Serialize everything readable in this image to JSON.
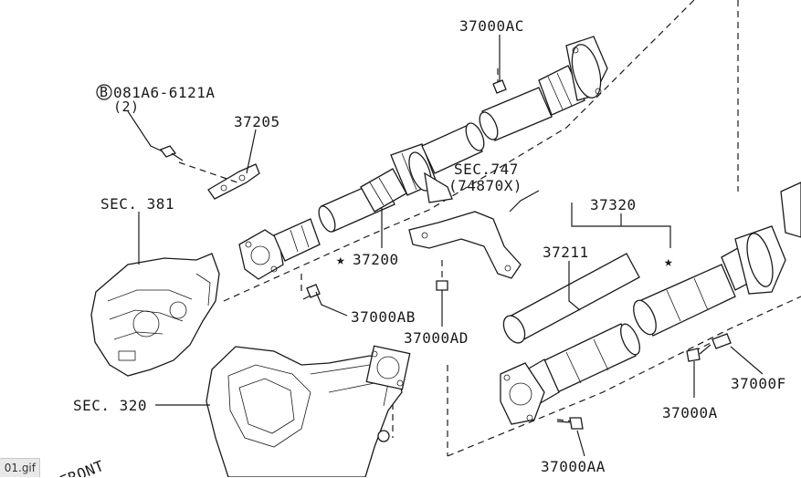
{
  "labels": {
    "p37000AC": "37000AC",
    "bolt_code": "081A6-6121A",
    "bolt_badge": "B",
    "bolt_qty": "(2)",
    "p37205": "37205",
    "sec381": "SEC. 381",
    "sec747": "SEC.747",
    "sec747_sub": "(74870X)",
    "p37320": "37320",
    "p37211": "37211",
    "p37200": "37200",
    "p37000AB": "37000AB",
    "p37000AD": "37000AD",
    "sec320": "SEC. 320",
    "p37000F": "37000F",
    "p37000A": "37000A",
    "p37000AA": "37000AA",
    "front": "FRONT",
    "star": "★",
    "file_name": "01.gif"
  },
  "colors": {
    "ink": "#1a1a1a",
    "paper": "#ffffff",
    "tag_bg": "#e9e9e9"
  }
}
